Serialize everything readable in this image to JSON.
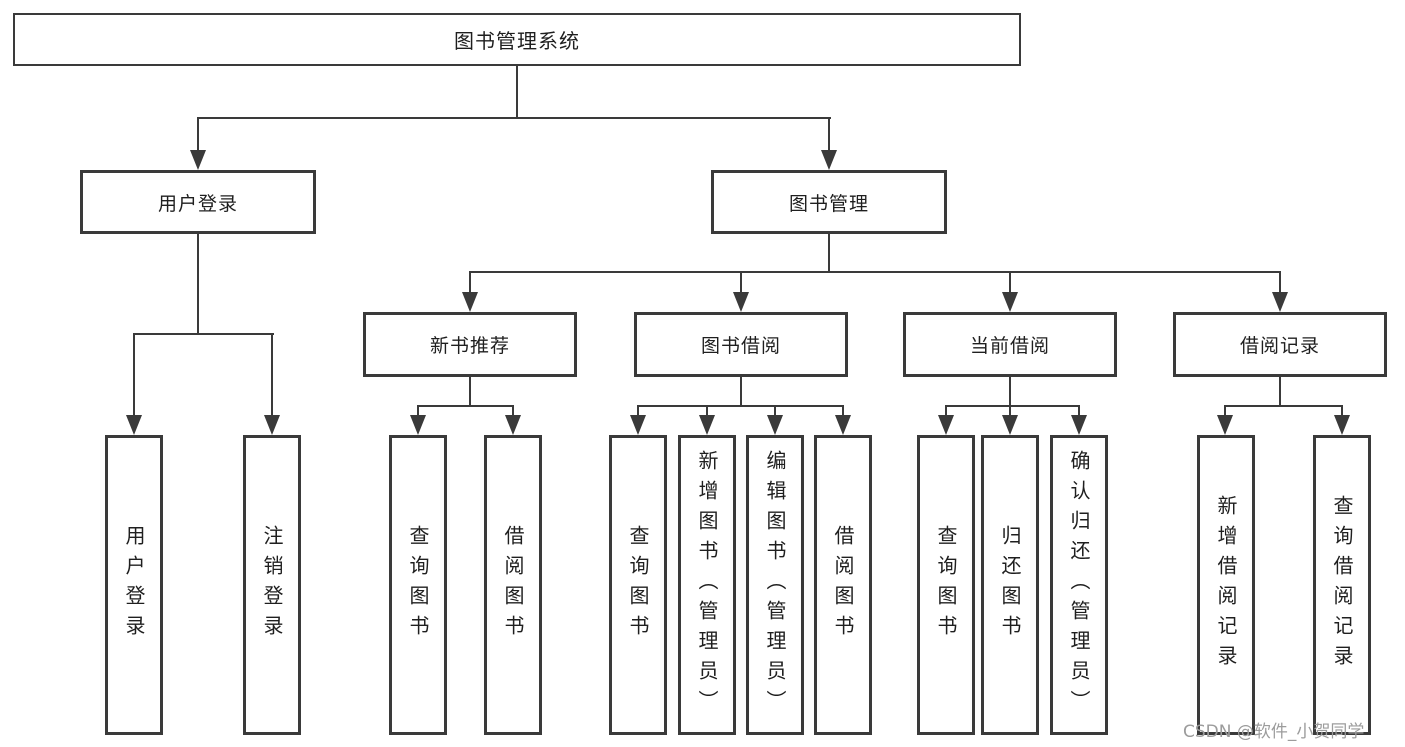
{
  "colors": {
    "line": "#3a3a3a",
    "text": "#1f1f1f",
    "watermark": "#9c9c9c",
    "background": "#ffffff"
  },
  "tree": {
    "root": {
      "label": "图书管理系统"
    },
    "level1": [
      {
        "label": "用户登录",
        "children": [
          {
            "label": "用户登录"
          },
          {
            "label": "注销登录"
          }
        ]
      },
      {
        "label": "图书管理",
        "children": [
          {
            "label": "新书推荐",
            "children": [
              {
                "label": "查询图书"
              },
              {
                "label": "借阅图书"
              }
            ]
          },
          {
            "label": "图书借阅",
            "children": [
              {
                "label": "查询图书"
              },
              {
                "label": "新增图书（管理员）"
              },
              {
                "label": "编辑图书（管理员）"
              },
              {
                "label": "借阅图书"
              }
            ]
          },
          {
            "label": "当前借阅",
            "children": [
              {
                "label": "查询图书"
              },
              {
                "label": "归还图书"
              },
              {
                "label": "确认归还（管理员）"
              }
            ]
          },
          {
            "label": "借阅记录",
            "children": [
              {
                "label": "新增借阅记录"
              },
              {
                "label": "查询借阅记录"
              }
            ]
          }
        ]
      }
    ]
  },
  "watermark": {
    "text": "CSDN @软件_小贺同学"
  }
}
